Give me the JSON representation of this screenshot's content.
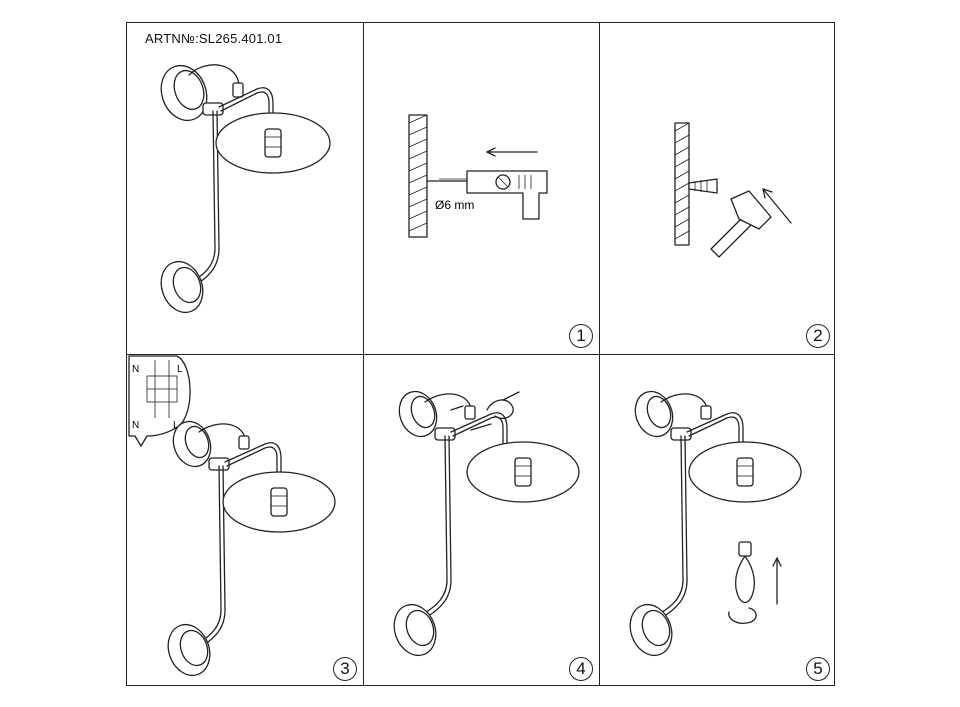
{
  "article": {
    "label": "ARTN№:SL265.401.01"
  },
  "steps": [
    {
      "number": "1",
      "drill_size": "Ø6 mm"
    },
    {
      "number": "2"
    },
    {
      "number": "3",
      "wiring": {
        "left_top": "N",
        "right_top": "L",
        "left_bottom": "N",
        "right_bottom": "L"
      }
    },
    {
      "number": "4"
    },
    {
      "number": "5"
    }
  ],
  "icons": {
    "lamp": "wall-lamp-illustration",
    "drill": "drill-icon",
    "hammer": "hammer-icon",
    "bulb": "bulb-icon"
  }
}
